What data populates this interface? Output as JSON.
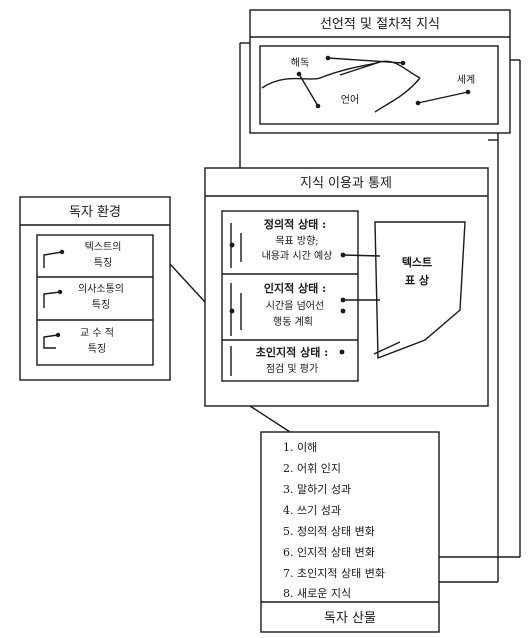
{
  "declarative_knowledge": {
    "title": "선언적 및 절차적 지식",
    "items": [
      "해독",
      "언어",
      "세계"
    ]
  },
  "knowledge_control": {
    "title": "지식 이용과 통제",
    "states": [
      {
        "heading": "정의적 상태 :",
        "lines": [
          "목표 방향;",
          "내용과 시간 예상"
        ]
      },
      {
        "heading": "인지적 상태 :",
        "lines": [
          "시간을 넘어선",
          "행동 계획"
        ]
      },
      {
        "heading": "초인지적 상태 :",
        "lines": [
          "점검 및 평가"
        ]
      }
    ],
    "text_representation": [
      "텍스트",
      "표 상"
    ]
  },
  "reader_environment": {
    "title": "독자 환경",
    "items": [
      {
        "lines": [
          "텍스트의",
          "특징"
        ]
      },
      {
        "lines": [
          "의사소통의",
          "특징"
        ]
      },
      {
        "lines": [
          "교 수 적",
          "특징"
        ]
      }
    ]
  },
  "reader_products": {
    "items": [
      "1. 이해",
      "2. 어휘 인지",
      "3. 말하기 성과",
      "4. 쓰기 성과",
      "5. 정의적 상태 변화",
      "6. 인지적 상태 변화",
      "7. 초인지적 상태 변화",
      "8. 새로운 지식"
    ],
    "title": "독자 산물"
  }
}
